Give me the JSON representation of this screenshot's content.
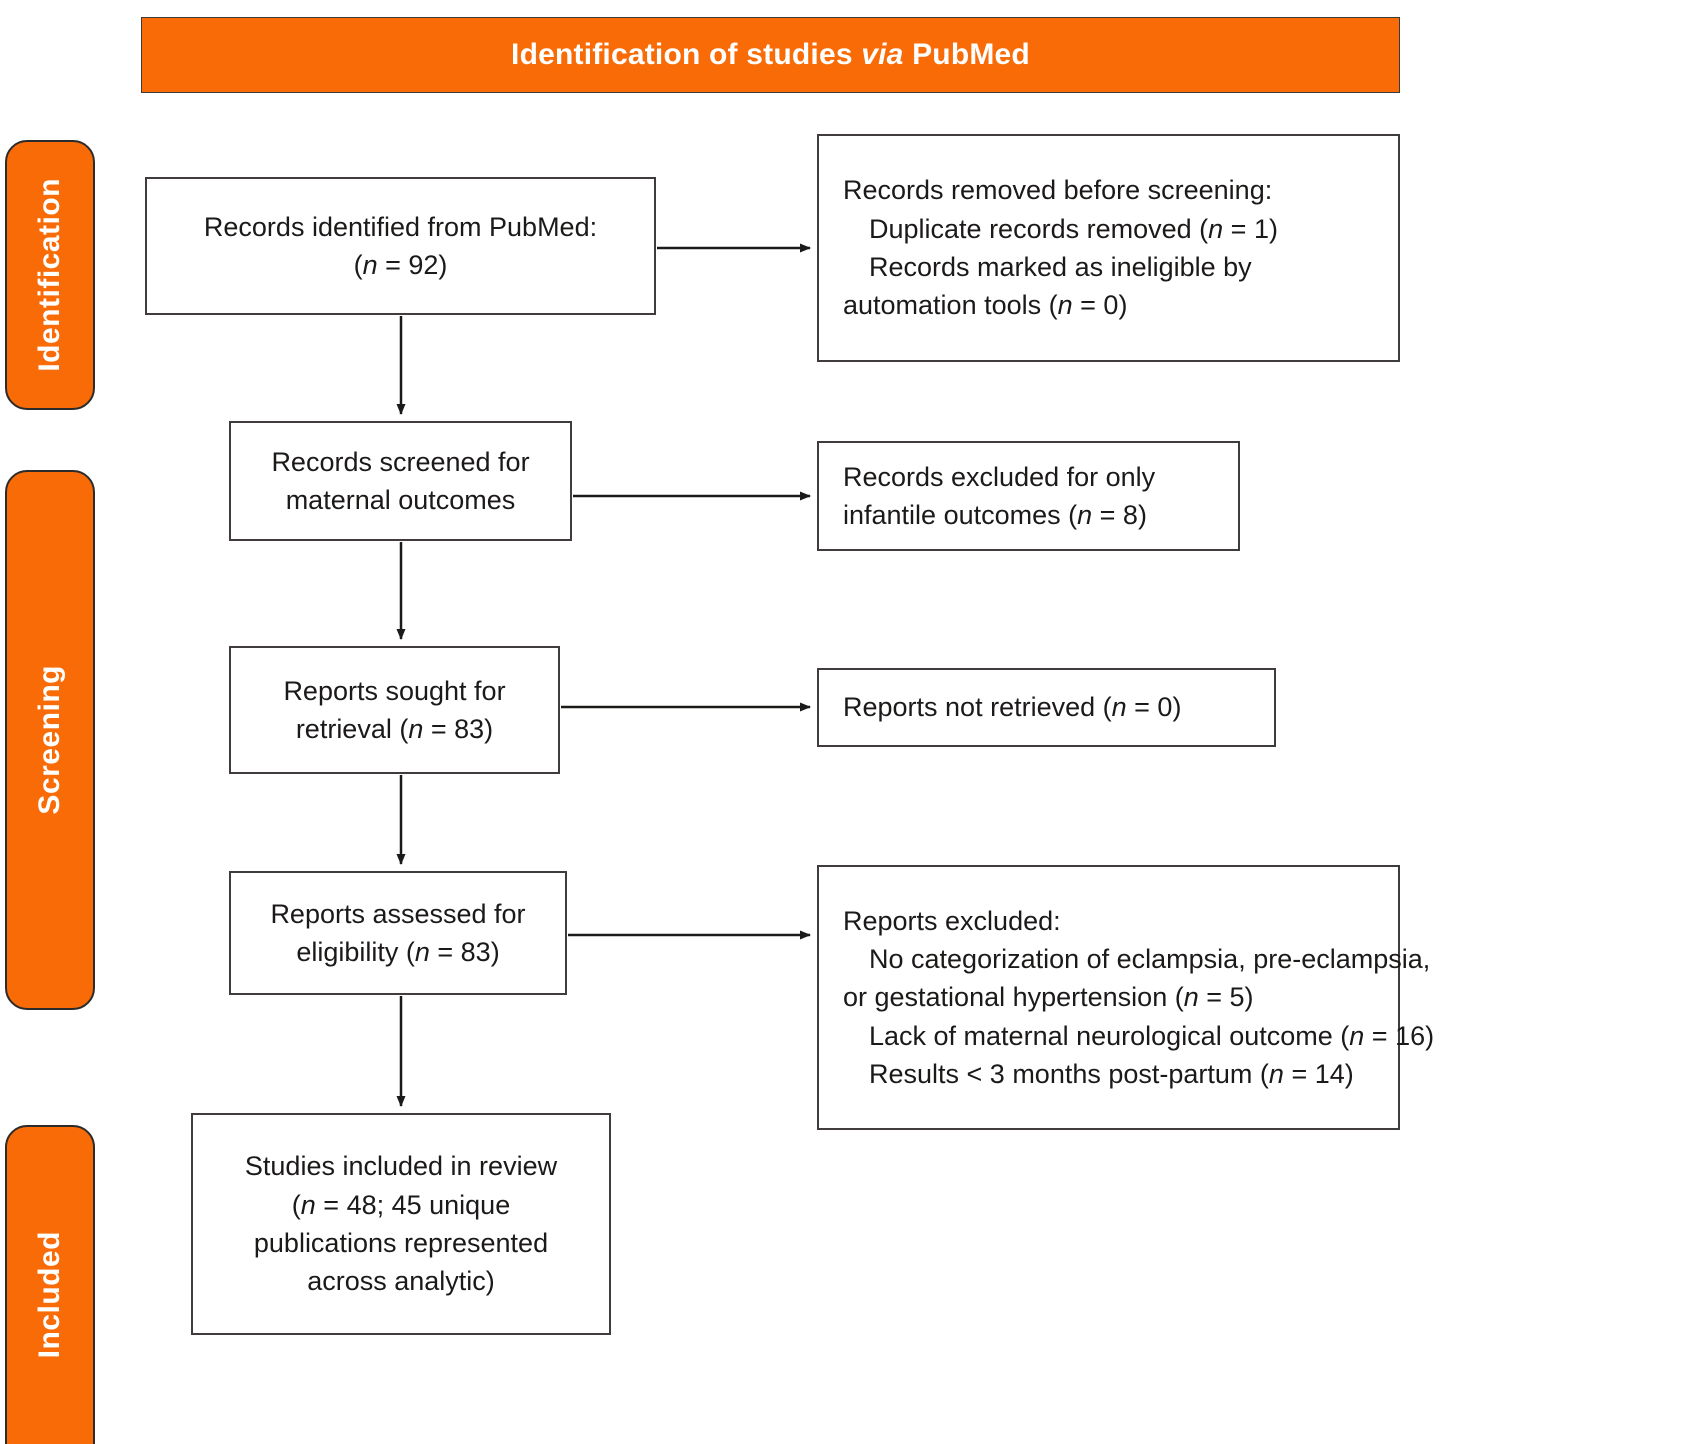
{
  "header": {
    "title_parts": [
      {
        "text": "Identification of studies ",
        "style": "normal"
      },
      {
        "text": "via",
        "style": "italic"
      },
      {
        "text": " PubMed",
        "style": "normal"
      }
    ],
    "title_plain": "Identification of studies via PubMed",
    "background_color": "#F96B07",
    "text_color": "#FFFFFF"
  },
  "stages": [
    {
      "id": "identification",
      "label": "Identification"
    },
    {
      "id": "screening",
      "label": "Screening"
    },
    {
      "id": "included",
      "label": "Included"
    }
  ],
  "boxes": {
    "identified": {
      "name": "records-identified",
      "lines": [
        "Records identified from PubMed:",
        "(n = 92)"
      ],
      "line1": "Records identified from PubMed:",
      "line2_pre": "(",
      "line2_n": "n",
      "line2_post": " = 92)"
    },
    "removed": {
      "name": "records-removed-before-screening",
      "line1": "Records removed before screening:",
      "line2_pre": "Duplicate records removed (",
      "line2_n": "n",
      "line2_post": " = 1)",
      "line3": "Records marked as ineligible by",
      "line4_pre": "automation tools (",
      "line4_n": "n",
      "line4_post": " = 0)"
    },
    "screened": {
      "name": "records-screened",
      "line1": "Records screened for",
      "line2": "maternal outcomes"
    },
    "excluded_infantile": {
      "name": "records-excluded-infantile",
      "line1": "Records excluded for only",
      "line2_pre": "infantile outcomes (",
      "line2_n": "n",
      "line2_post": " = 8)"
    },
    "sought": {
      "name": "reports-sought-for-retrieval",
      "line1": "Reports sought for",
      "line2_pre": "retrieval (",
      "line2_n": "n",
      "line2_post": " = 83)"
    },
    "not_retrieved": {
      "name": "reports-not-retrieved",
      "line1_pre": "Reports not retrieved (",
      "line1_n": "n",
      "line1_post": " = 0)"
    },
    "assessed": {
      "name": "reports-assessed-for-eligibility",
      "line1": "Reports assessed for",
      "line2_pre": "eligibility (",
      "line2_n": "n",
      "line2_post": " = 83)"
    },
    "reports_excluded": {
      "name": "reports-excluded",
      "line1": "Reports excluded:",
      "line2": "No categorization of eclampsia, pre-eclampsia,",
      "line3_pre": "or gestational hypertension (",
      "line3_n": "n",
      "line3_post": " = 5)",
      "line4_pre": "Lack of maternal neurological outcome (",
      "line4_n": "n",
      "line4_post": " = 16)",
      "line5_pre": "Results < 3 months post-partum (",
      "line5_n": "n",
      "line5_post": " = 14)"
    },
    "included": {
      "name": "studies-included-in-review",
      "line1": "Studies included in review",
      "line2_pre": "(",
      "line2_n": "n",
      "line2_post": " = 48; 45 unique",
      "line3": "publications represented",
      "line4": "across analytic)"
    }
  },
  "counts": {
    "identified_pubmed": 92,
    "duplicates_removed": 1,
    "ineligible_automation": 0,
    "excluded_infantile_only": 8,
    "reports_sought": 83,
    "reports_not_retrieved": 0,
    "reports_assessed": 83,
    "excluded_no_categorization": 5,
    "excluded_no_maternal_neuro_outcome": 16,
    "excluded_results_under_3_months": 14,
    "studies_included": 48,
    "unique_publications": 45
  },
  "colors": {
    "accent_orange": "#F96B07",
    "box_border": "#403C3C",
    "text": "#1C1A19",
    "banner_text": "#FFFFFF"
  }
}
